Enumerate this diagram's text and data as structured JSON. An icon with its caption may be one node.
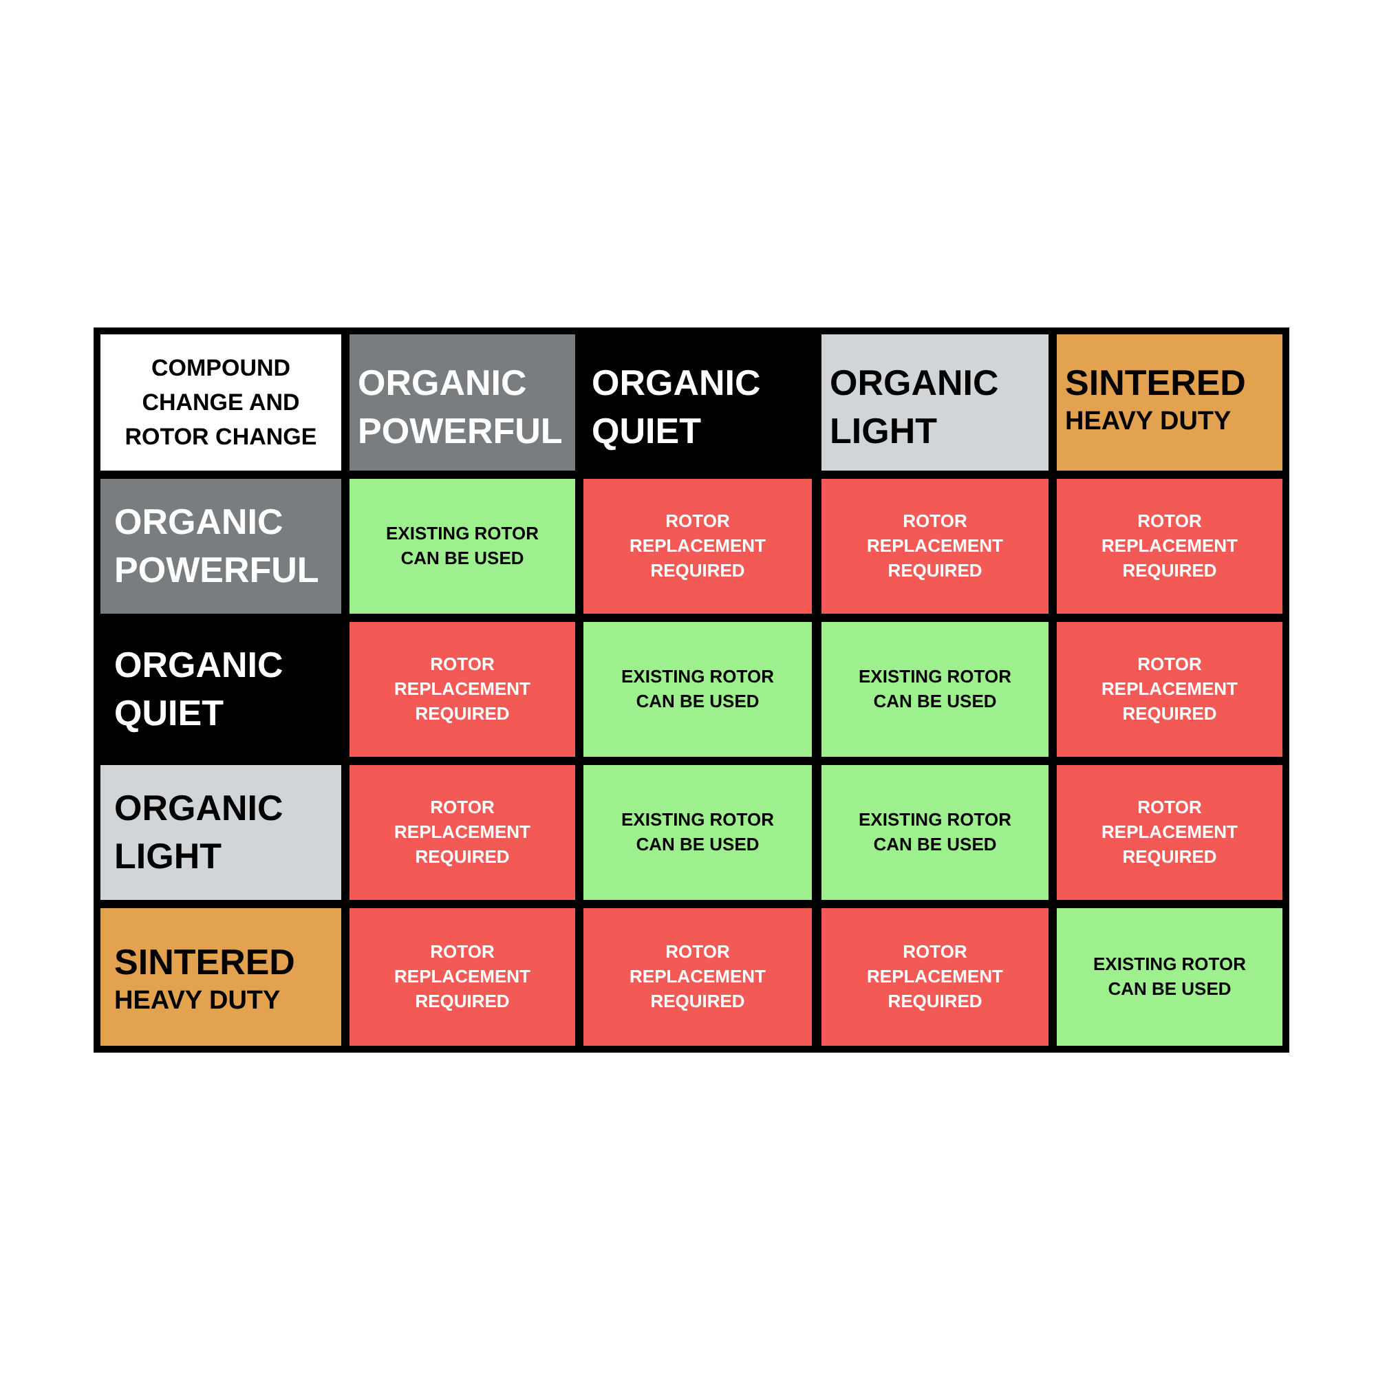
{
  "diagram": {
    "nodes": [
      {
        "text": [
          "COMPOUND CHANGE AND ROTOR CHANGE"
        ]
      },
      {
        "text": [
          "ORGANIC POWERFUL"
        ]
      },
      {
        "text": [
          "ORGANIC QUIET"
        ]
      },
      {
        "text": [
          "ORGANIC LIGHT"
        ]
      },
      {
        "text": [
          "SINTERED",
          "HEAVY DUTY"
        ]
      },
      {
        "text": [
          "ORGANIC POWERFUL"
        ]
      },
      {
        "text": [
          "EXISTING ROTOR CAN BE USED"
        ]
      },
      {
        "text": [
          "ROTOR REPLACEMENT REQUIRED"
        ]
      },
      {
        "text": [
          "ROTOR REPLACEMENT REQUIRED"
        ]
      },
      {
        "text": [
          "ROTOR REPLACEMENT REQUIRED"
        ]
      },
      {
        "text": [
          "ORGANIC QUIET"
        ]
      },
      {
        "text": [
          "ROTOR REPLACEMENT REQUIRED"
        ]
      },
      {
        "text": [
          "EXISTING ROTOR CAN BE USED"
        ]
      },
      {
        "text": [
          "EXISTING ROTOR CAN BE USED"
        ]
      },
      {
        "text": [
          "ROTOR REPLACEMENT REQUIRED"
        ]
      },
      {
        "text": [
          "ORGANIC LIGHT"
        ]
      },
      {
        "text": [
          "ROTOR REPLACEMENT REQUIRED"
        ]
      },
      {
        "text": [
          "EXISTING ROTOR CAN BE USED"
        ]
      },
      {
        "text": [
          "EXISTING ROTOR CAN BE USED"
        ]
      },
      {
        "text": [
          "ROTOR REPLACEMENT REQUIRED"
        ]
      },
      {
        "text": [
          "SINTERED",
          "HEAVY DUTY"
        ]
      },
      {
        "text": [
          "ROTOR REPLACEMENT REQUIRED"
        ]
      },
      {
        "text": [
          "ROTOR REPLACEMENT REQUIRED"
        ]
      },
      {
        "text": [
          "ROTOR REPLACEMENT REQUIRED"
        ]
      },
      {
        "text": [
          "EXISTING ROTOR CAN BE USED"
        ]
      }
    ],
    "edges": []
  }
}
